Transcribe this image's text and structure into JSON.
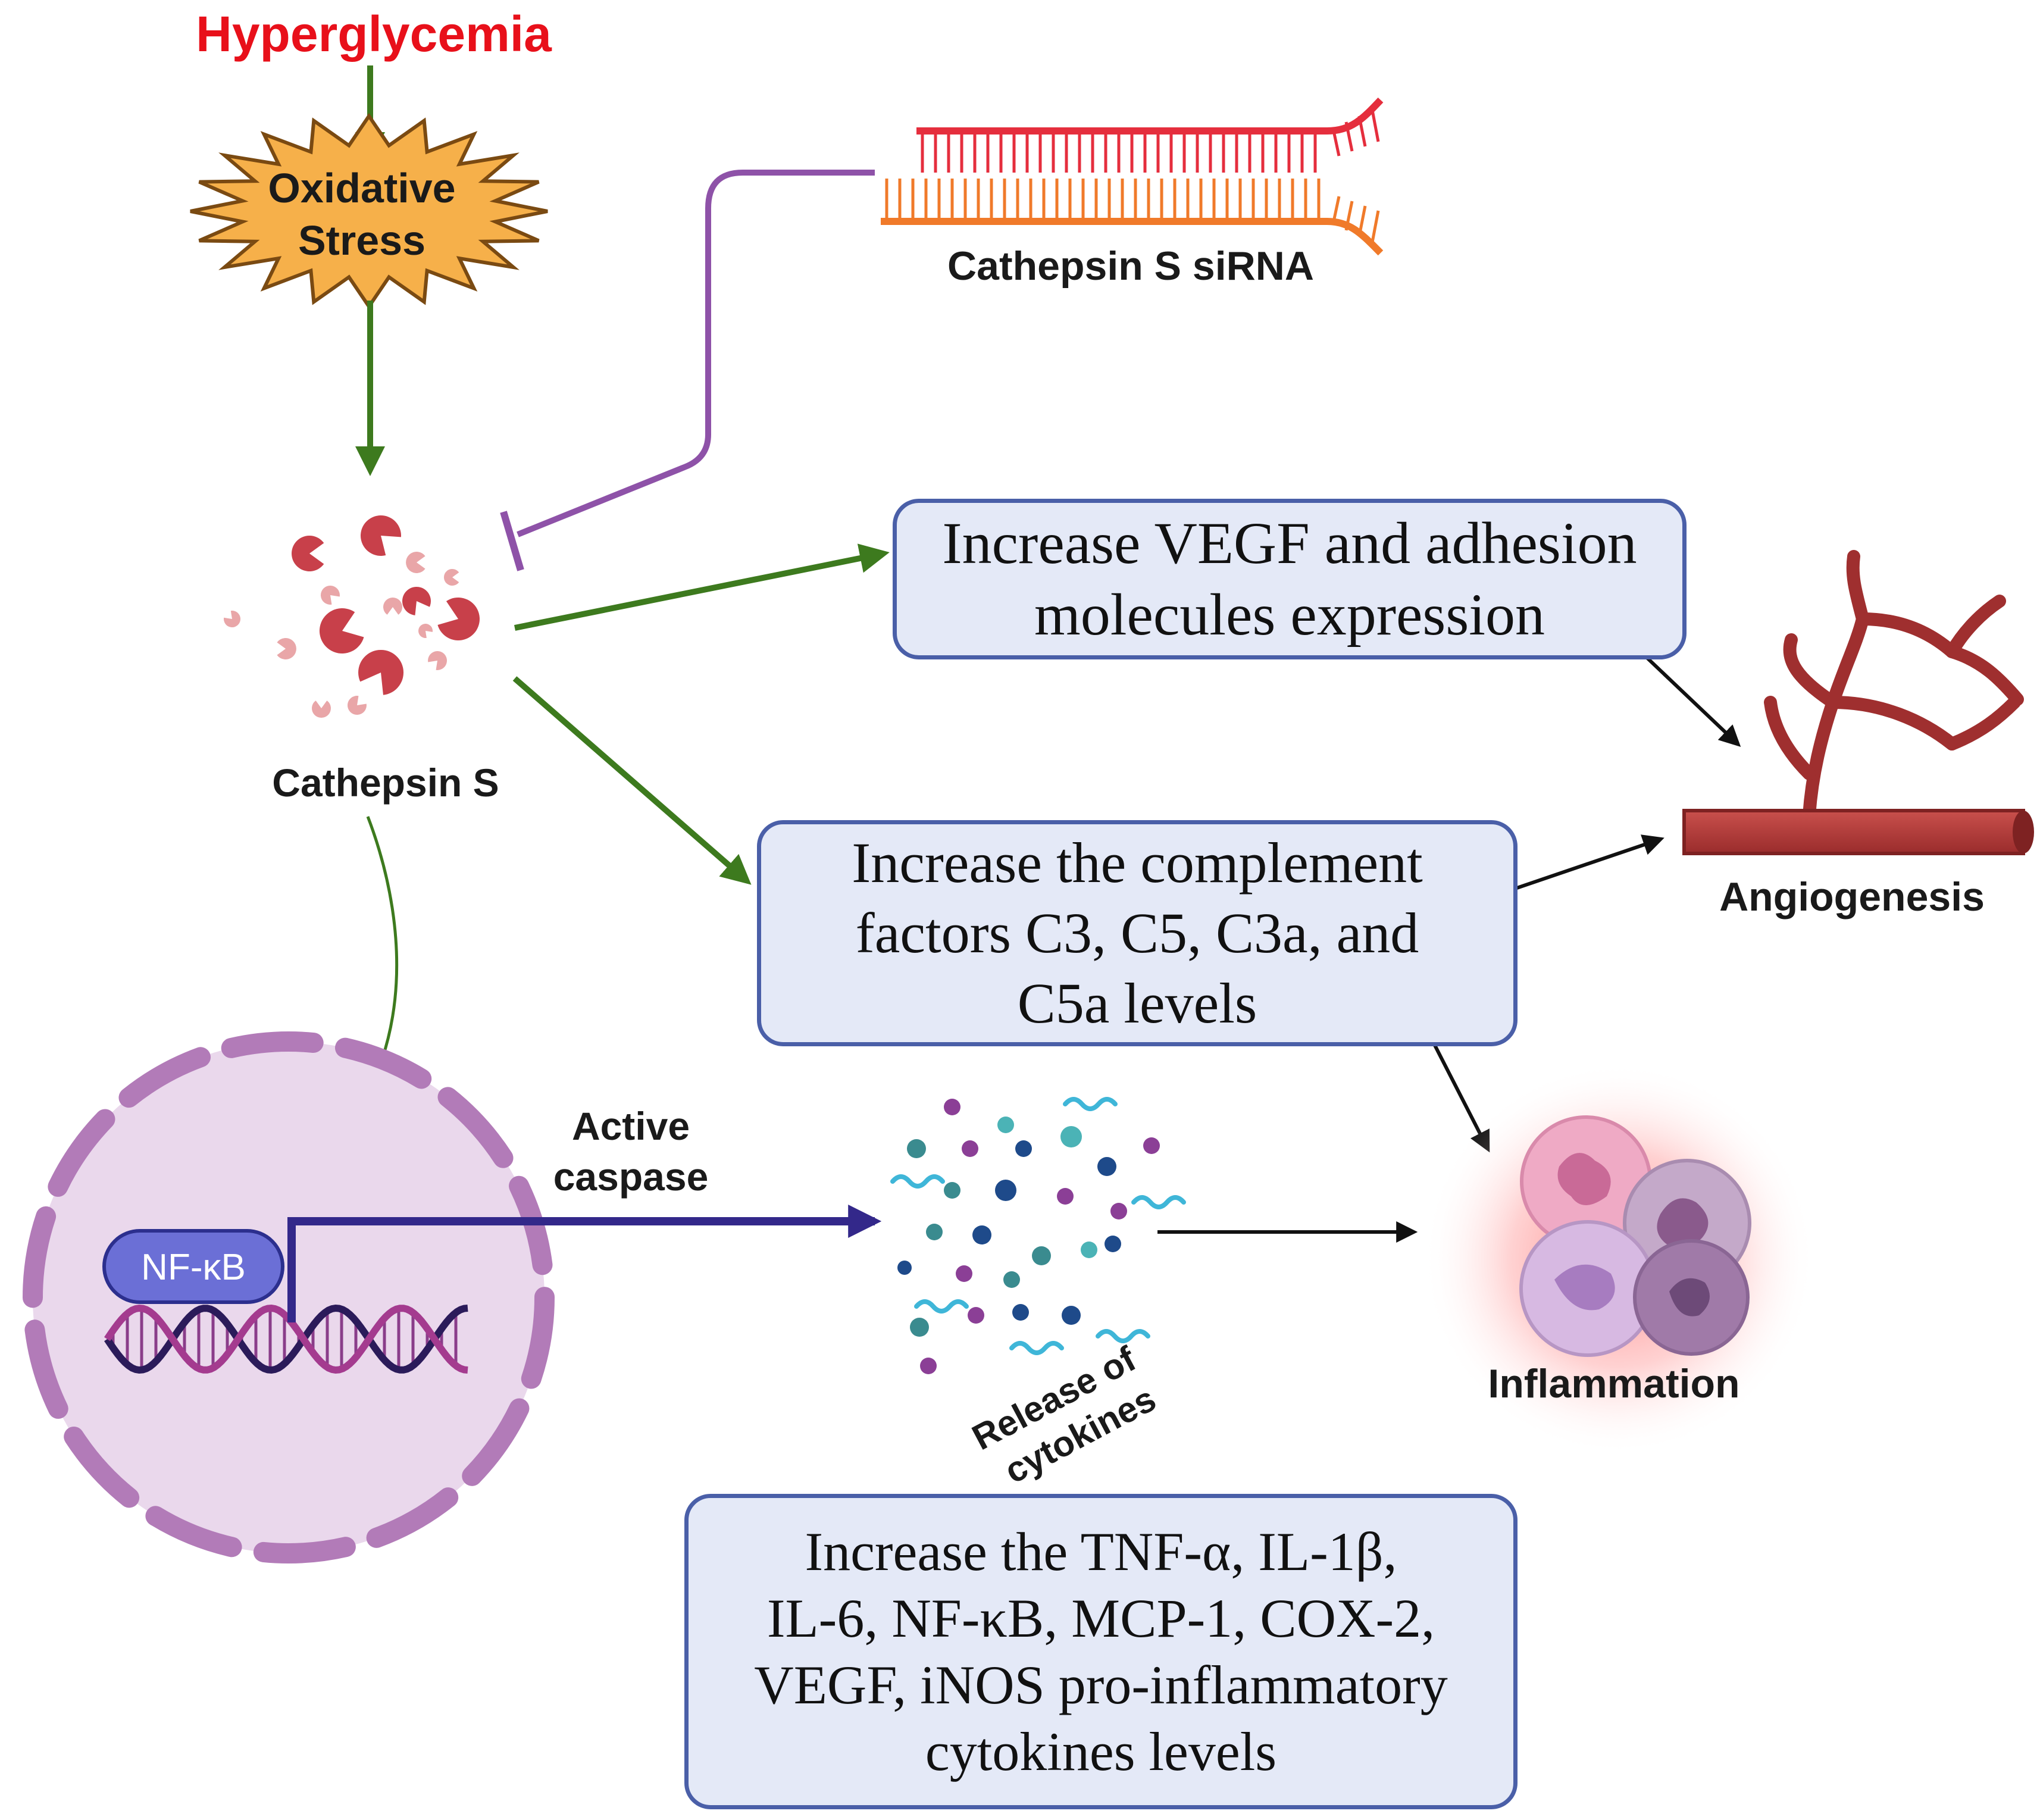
{
  "labels": {
    "hyperglycemia": "Hyperglycemia",
    "oxidative_stress_line1": "Oxidative",
    "oxidative_stress_line2": "Stress",
    "sirna": "Cathepsin S siRNA",
    "cathepsin_s": "Cathepsin S",
    "angiogenesis": "Angiogenesis",
    "active_caspase_line1": "Active",
    "active_caspase_line2": "caspase",
    "nfkb": "NF-κB",
    "release_line1": "Release of",
    "release_line2": "cytokines",
    "inflammation": "Inflammation"
  },
  "boxes": {
    "vegf": {
      "line1": "Increase VEGF and adhesion",
      "line2": "molecules expression"
    },
    "complement": {
      "line1": "Increase the complement",
      "line2": "factors C3, C5, C3a, and",
      "line3": "C5a levels"
    },
    "cytokines": {
      "line1": "Increase the TNF-α, IL-1β,",
      "line2": "IL-6, NF-κB, MCP-1, COX-2,",
      "line3": "VEGF, iNOS pro-inflammatory",
      "line4": "cytokines  levels"
    }
  },
  "colors": {
    "hyperglycemia_text": "#e8101a",
    "activation_arrow": "#3d7a1e",
    "inhibition_line": "#8e52a8",
    "caspase_arrow": "#33288a",
    "box_fill": "#e4e9f7",
    "box_border": "#4a5fa8",
    "vessel": "#b23a3a",
    "nucleus_fill": "#ead8ec",
    "nucleus_border": "#b27bb8",
    "nfkb_fill": "#6b6fd6",
    "enzyme_dark": "#c8404a",
    "enzyme_light": "#e9a6a8",
    "inflammation_glow": "#ff7a7a"
  },
  "icons": [
    "starburst-icon",
    "sirna-strand-icon",
    "cathepsin-enzyme-icon",
    "blood-vessel-icon",
    "nucleus-icon",
    "dna-helix-icon",
    "cytokine-particles-icon",
    "immune-cells-icon"
  ]
}
